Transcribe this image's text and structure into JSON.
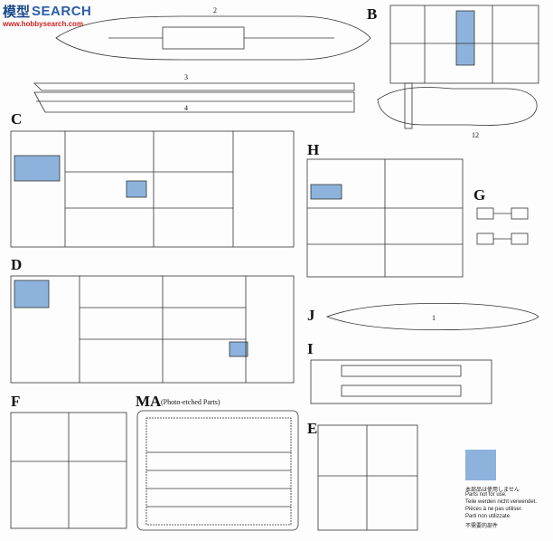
{
  "watermark": {
    "hanzi": "模型",
    "word": "SEARCH",
    "site": "www.hobbysearch.com"
  },
  "sprues": {
    "B": "B",
    "C": "C",
    "D": "D",
    "F": "F",
    "G": "G",
    "H": "H",
    "I": "I",
    "J": "J",
    "MA": "MA",
    "MA_sub": "(Photo-etched Parts)",
    "E": "E"
  },
  "part_numbers": {
    "hull_deck": "2",
    "hull_side_upper": "3",
    "hull_side_lower": "4",
    "hull_j": "1",
    "b_base": "12"
  },
  "notice": {
    "jp": "本部品は使用しません",
    "en": "Parts not for use.",
    "de": "Teile werden nicht verwendet.",
    "fr": "Pièces à ne pas utiliser.",
    "it": "Parti non utilizzate",
    "cn": "不需要的部件"
  },
  "colors": {
    "highlight": "#8db3dc",
    "line": "#333333"
  }
}
